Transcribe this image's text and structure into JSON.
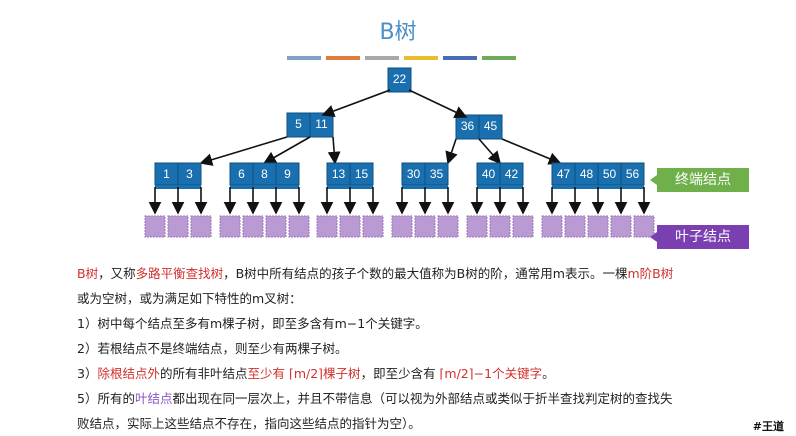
{
  "title": "B树",
  "color_bar": [
    "#7fa2c2",
    "#e07b3c",
    "#a8a8a8",
    "#e8be2d",
    "#4b6ab5",
    "#6fa95a"
  ],
  "tree": {
    "root": [
      22
    ],
    "level2": [
      [
        5,
        11
      ],
      [
        36,
        45
      ]
    ],
    "leaves": [
      [
        1,
        3
      ],
      [
        6,
        8,
        9
      ],
      [
        13,
        15
      ],
      [
        30,
        35
      ],
      [
        40,
        42
      ],
      [
        47,
        48,
        50,
        56
      ]
    ]
  },
  "labels": {
    "terminal": "终端结点",
    "leaf": "叶子结点"
  },
  "colors": {
    "node": "#1a6fae",
    "leaf_square": "#b99ad3",
    "terminal": "#6fb04a",
    "leaf": "#7a3fb0"
  },
  "desc": {
    "l1a": "B树",
    "l1b": "，又称",
    "l1c": "多路平衡查找树",
    "l1d": "，B树中所有结点的孩子个数的最大值称为B树的阶，通常用m表示。一棵",
    "l1e": "m阶B树",
    "l2": "或为空树，或为满足如下特性的m叉树：",
    "l3": "1）树中每个结点至多有m棵子树，即至多含有m−1个关键字。",
    "l4": "2）若根结点不是终端结点，则至少有两棵子树。",
    "l5a": "3）",
    "l5b": "除根结点外",
    "l5c": "的所有非叶结点",
    "l5d": "至少有 ⌈m/2⌉棵子树",
    "l5e": "，即至少含有 ",
    "l5f": "⌈m/2⌉−1个关键字",
    "l5g": "。",
    "l6a": "5）所有的",
    "l6b": "叶结点",
    "l6c": "都出现在同一层次上，并且不带信息（可以视为外部结点或类似于折半查找判定树的查找失",
    "l7": "败结点，实际上这些结点不存在，指向这些结点的指针为空）。"
  },
  "signature": "#王道"
}
